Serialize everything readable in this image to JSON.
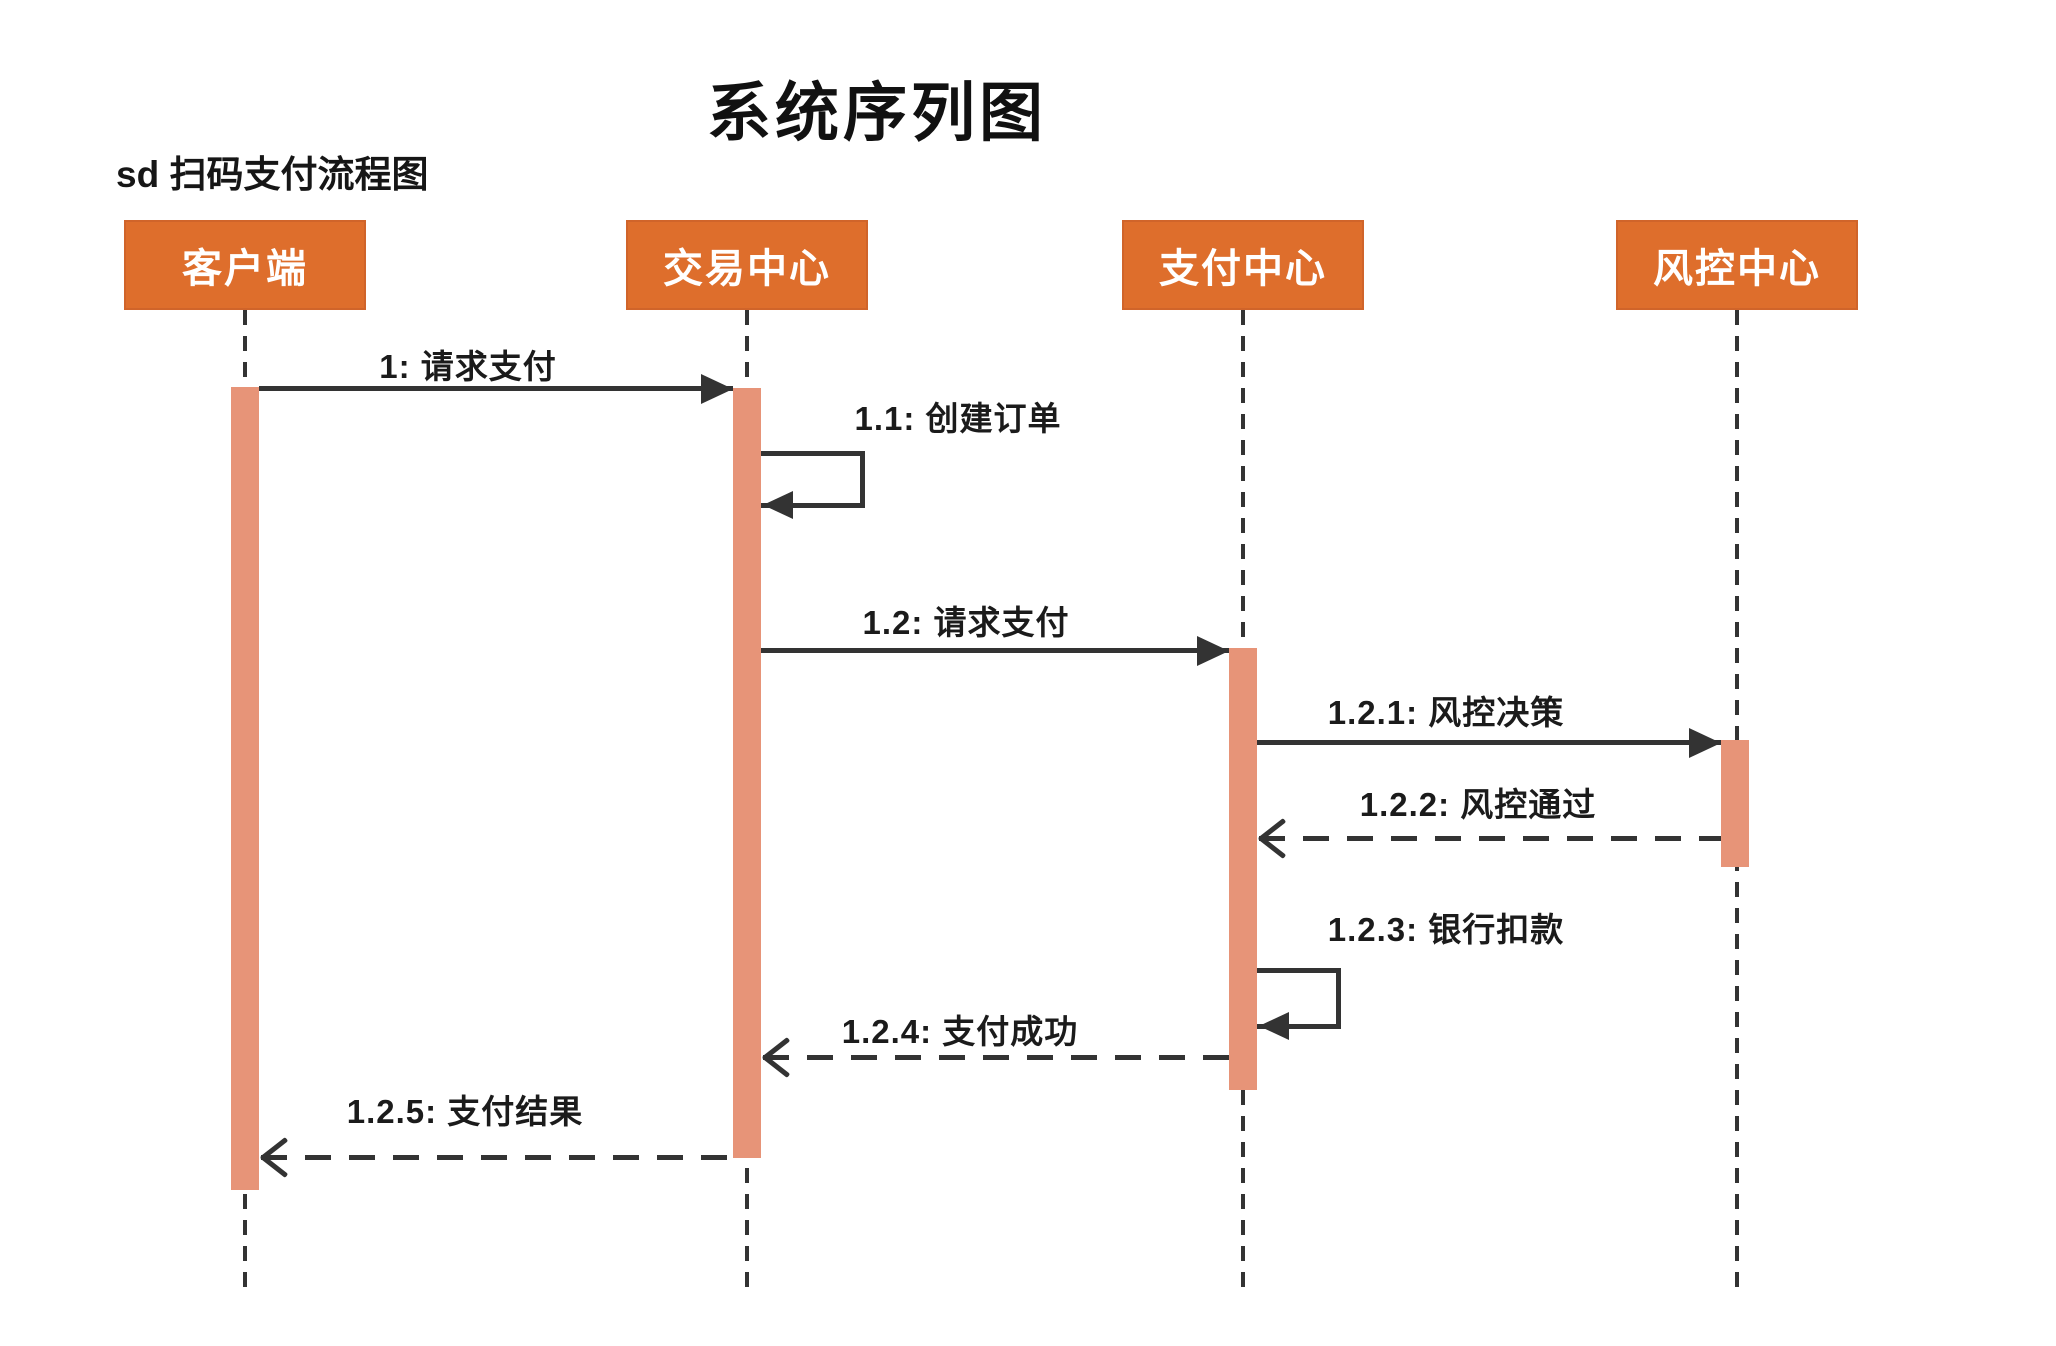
{
  "title": "系统序列图",
  "subtitle": "sd 扫码支付流程图",
  "participants": [
    {
      "id": "client",
      "label": "客户端"
    },
    {
      "id": "trade",
      "label": "交易中心"
    },
    {
      "id": "pay",
      "label": "支付中心"
    },
    {
      "id": "risk",
      "label": "风控中心"
    }
  ],
  "messages": [
    {
      "seq": "1",
      "label": "1: 请求支付",
      "from": "客户端",
      "to": "交易中心",
      "line": "solid"
    },
    {
      "seq": "1.1",
      "label": "1.1: 创建订单",
      "from": "交易中心",
      "to": "交易中心",
      "line": "solid-self"
    },
    {
      "seq": "1.2",
      "label": "1.2: 请求支付",
      "from": "交易中心",
      "to": "支付中心",
      "line": "solid"
    },
    {
      "seq": "1.2.1",
      "label": "1.2.1: 风控决策",
      "from": "支付中心",
      "to": "风控中心",
      "line": "solid"
    },
    {
      "seq": "1.2.2",
      "label": "1.2.2: 风控通过",
      "from": "风控中心",
      "to": "支付中心",
      "line": "dashed"
    },
    {
      "seq": "1.2.3",
      "label": "1.2.3: 银行扣款",
      "from": "支付中心",
      "to": "支付中心",
      "line": "solid-self"
    },
    {
      "seq": "1.2.4",
      "label": "1.2.4: 支付成功",
      "from": "支付中心",
      "to": "交易中心",
      "line": "dashed"
    },
    {
      "seq": "1.2.5",
      "label": "1.2.5: 支付结果",
      "from": "交易中心",
      "to": "客户端",
      "line": "dashed"
    }
  ],
  "colors": {
    "participant_fill": "#de6e2c",
    "participant_border": "#d0642a",
    "activation_fill": "#e79478",
    "line": "#333333",
    "text": "#1b1b1b"
  }
}
